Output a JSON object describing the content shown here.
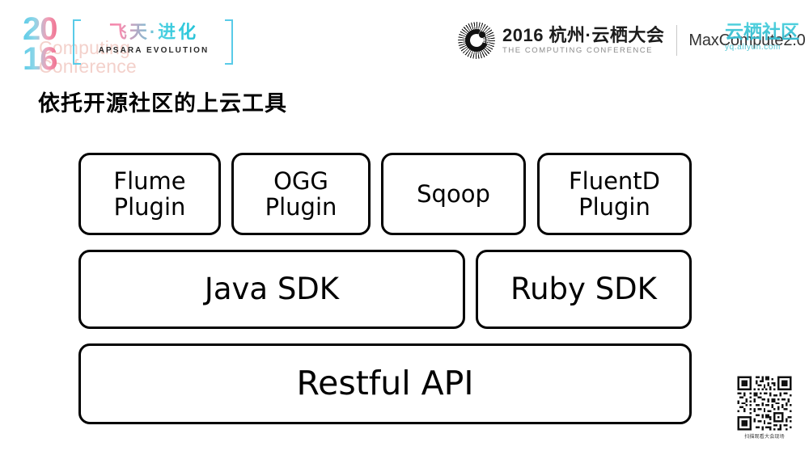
{
  "header": {
    "left_logo": {
      "year": "2016",
      "year_line1": "20",
      "year_line2": "16",
      "ghost_text": "Computing\nConference",
      "chinese": "飞天·进化",
      "english": "APSARA EVOLUTION"
    },
    "center_logo": {
      "mark": "computing-conference-c-mark",
      "title_cn": "2016 杭州·云栖大会",
      "title_en": "THE COMPUTING CONFERENCE",
      "divider": "|",
      "product": "MaxCompute2.0"
    },
    "right_logo": {
      "chinese": "云栖社区",
      "url": "yq.aliyun.com",
      "accent_color": "#4fc7d4"
    }
  },
  "page_title": "依托开源社区的上云工具",
  "diagram": {
    "type": "layered-stack",
    "border_color": "#000000",
    "fill_color": "#ffffff",
    "rows": [
      {
        "name": "plugins-row",
        "nodes": [
          {
            "id": "flume-plugin",
            "label": "Flume\nPlugin"
          },
          {
            "id": "ogg-plugin",
            "label": "OGG\nPlugin"
          },
          {
            "id": "sqoop",
            "label": "Sqoop"
          },
          {
            "id": "fluentd-plugin",
            "label": "FluentD\nPlugin"
          }
        ]
      },
      {
        "name": "sdk-row",
        "nodes": [
          {
            "id": "java-sdk",
            "label": "Java SDK"
          },
          {
            "id": "ruby-sdk",
            "label": "Ruby SDK"
          }
        ]
      },
      {
        "name": "api-row",
        "nodes": [
          {
            "id": "restful-api",
            "label": "Restful API"
          }
        ]
      }
    ]
  },
  "qr_code": {
    "name": "conference-qr-code",
    "caption": "扫描观看大会现场"
  }
}
